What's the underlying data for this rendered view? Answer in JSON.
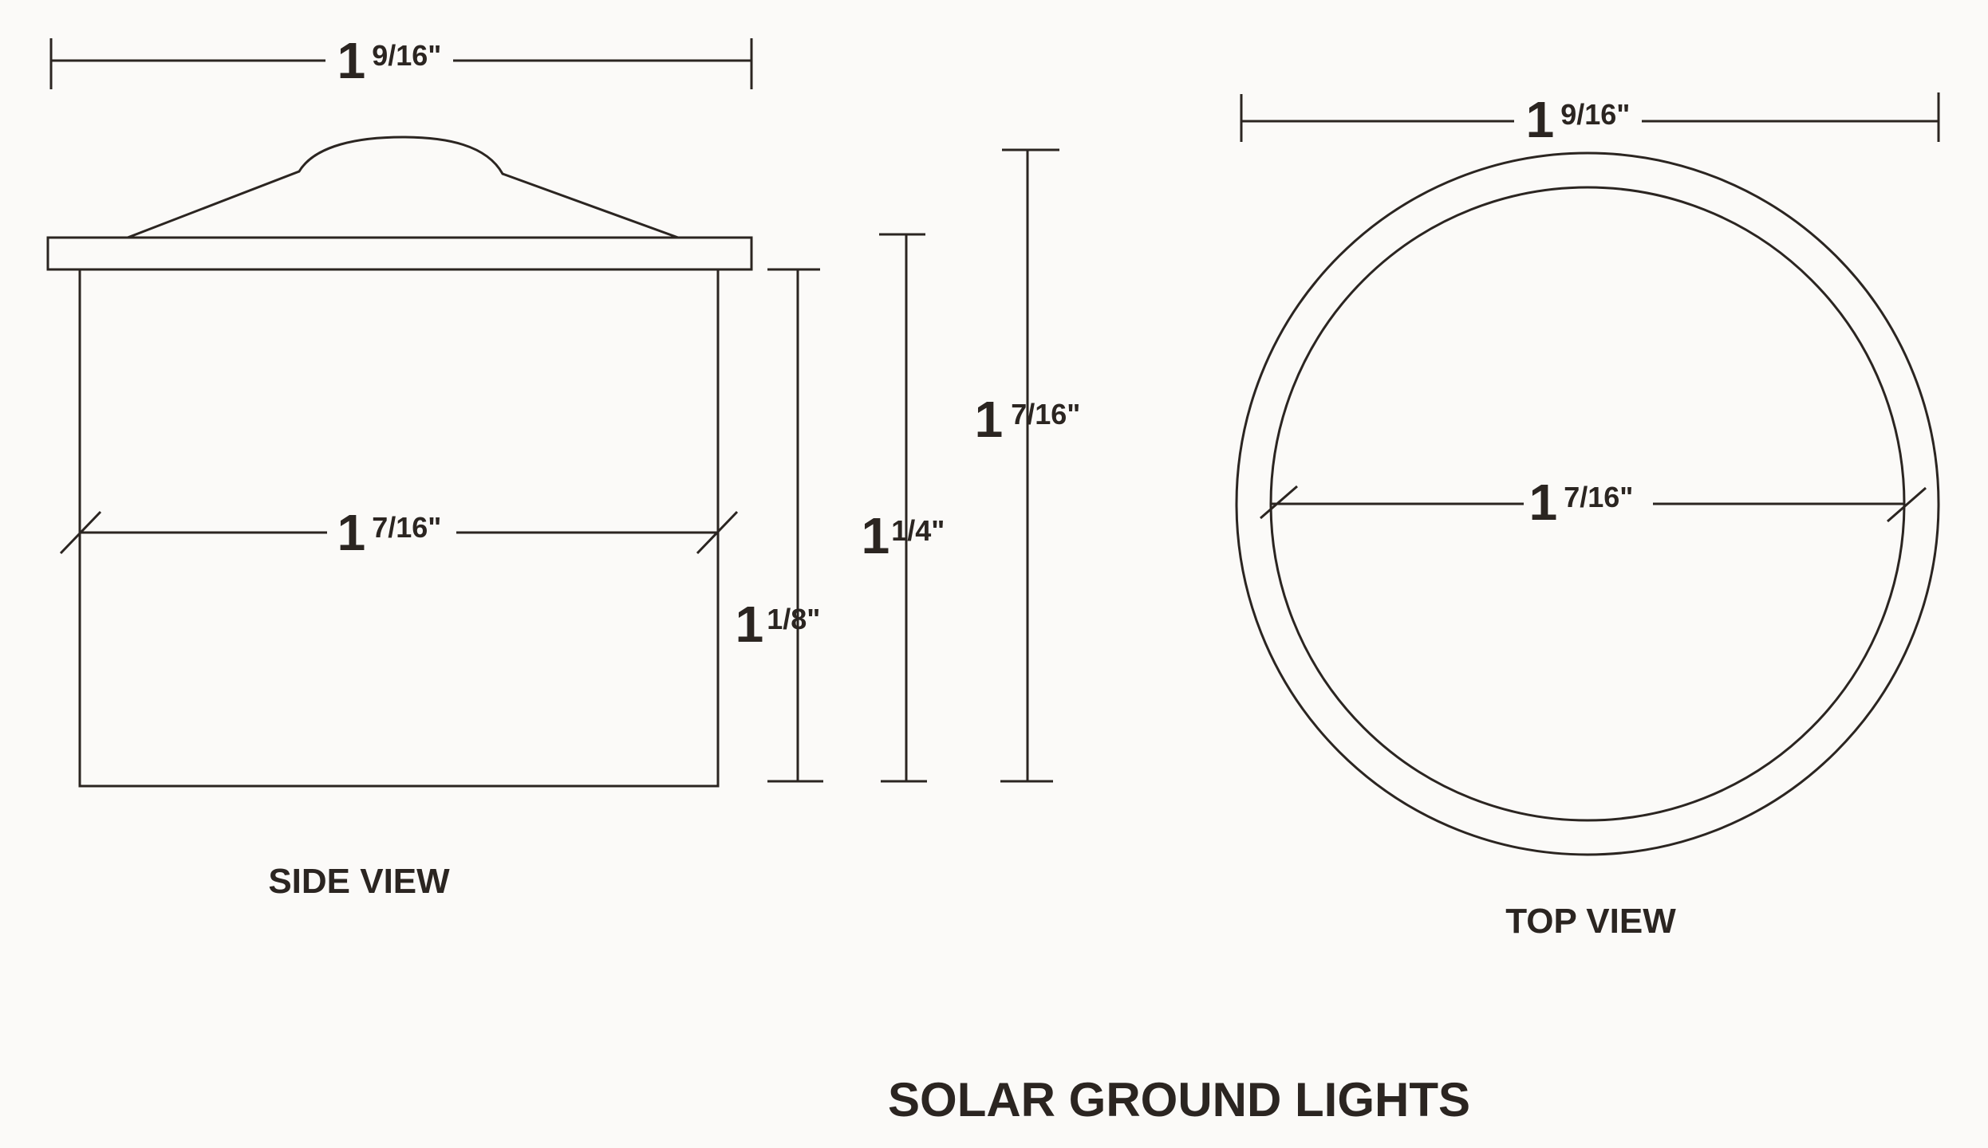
{
  "title": "SOLAR GROUND LIGHTS",
  "side_view": {
    "caption": "SIDE VIEW",
    "overall_width": {
      "whole": "1",
      "fraction": "9/16\""
    },
    "body_width": {
      "whole": "1",
      "fraction": "7/16\""
    },
    "body_height": {
      "whole": "1",
      "fraction": "1/8\""
    },
    "height_to_cap_edge": {
      "whole": "1",
      "fraction": "1/4\""
    },
    "overall_height": {
      "whole": "1",
      "fraction": "7/16\""
    }
  },
  "top_view": {
    "caption": "TOP VIEW",
    "outer_diameter": {
      "whole": "1",
      "fraction": "9/16\""
    },
    "inner_diameter": {
      "whole": "1",
      "fraction": "7/16\""
    }
  },
  "colors": {
    "ink": "#2b2521",
    "paper": "#fbfaf8"
  }
}
